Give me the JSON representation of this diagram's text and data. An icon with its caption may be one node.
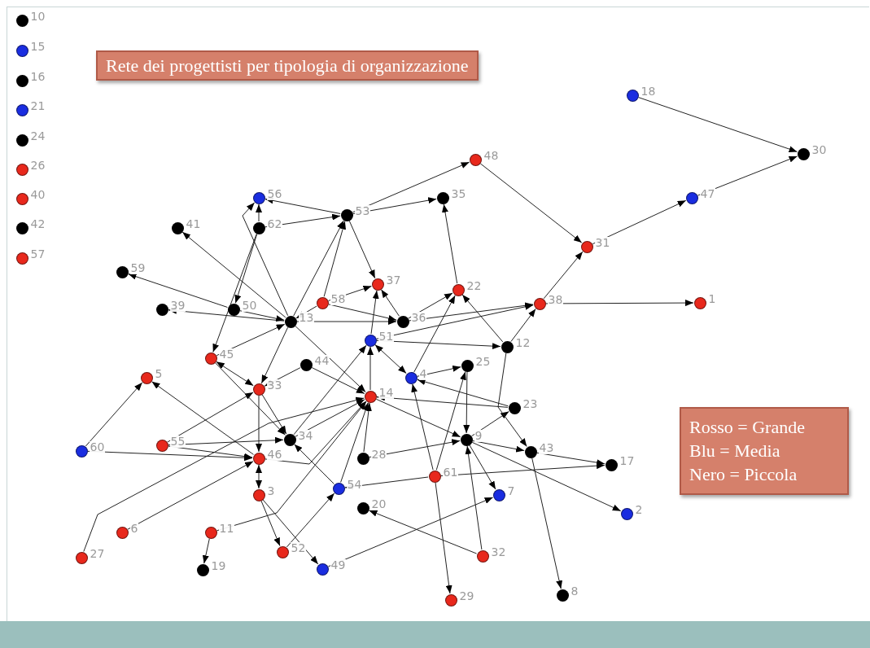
{
  "diagram": {
    "title": "Rete dei progettisti per tipologia di organizzazione",
    "nodes": [
      {
        "text": [
          "10"
        ]
      },
      {
        "text": [
          "15"
        ]
      },
      {
        "text": [
          "16"
        ]
      },
      {
        "text": [
          "21"
        ]
      },
      {
        "text": [
          "24"
        ]
      },
      {
        "text": [
          "26"
        ]
      },
      {
        "text": [
          "40"
        ]
      },
      {
        "text": [
          "42"
        ]
      },
      {
        "text": [
          "57"
        ]
      },
      {
        "text": [
          "18"
        ]
      },
      {
        "text": [
          "30"
        ]
      },
      {
        "text": [
          "48"
        ]
      },
      {
        "text": [
          "35"
        ]
      },
      {
        "text": [
          "56"
        ]
      },
      {
        "text": [
          "53"
        ]
      },
      {
        "text": [
          "62"
        ]
      },
      {
        "text": [
          "41"
        ]
      },
      {
        "text": [
          "47"
        ]
      },
      {
        "text": [
          "31"
        ]
      },
      {
        "text": [
          "59"
        ]
      },
      {
        "text": [
          "37"
        ]
      },
      {
        "text": [
          "22"
        ]
      },
      {
        "text": [
          "38"
        ]
      },
      {
        "text": [
          "1"
        ]
      },
      {
        "text": [
          "58"
        ]
      },
      {
        "text": [
          "39"
        ]
      },
      {
        "text": [
          "50"
        ]
      },
      {
        "text": [
          "13"
        ]
      },
      {
        "text": [
          "36"
        ]
      },
      {
        "text": [
          "51"
        ]
      },
      {
        "text": [
          "12"
        ]
      },
      {
        "text": [
          "45"
        ]
      },
      {
        "text": [
          "44"
        ]
      },
      {
        "text": [
          "25"
        ]
      },
      {
        "text": [
          "4"
        ]
      },
      {
        "text": [
          "5"
        ]
      },
      {
        "text": [
          "33"
        ]
      },
      {
        "text": [
          "14"
        ]
      },
      {
        "text": [
          "23"
        ]
      },
      {
        "text": [
          "34"
        ]
      },
      {
        "text": [
          "9"
        ]
      },
      {
        "text": [
          "60"
        ]
      },
      {
        "text": [
          "55"
        ]
      },
      {
        "text": [
          "28"
        ]
      },
      {
        "text": [
          "46"
        ]
      },
      {
        "text": [
          "43"
        ]
      },
      {
        "text": [
          "17"
        ]
      },
      {
        "text": [
          "61"
        ]
      },
      {
        "text": [
          "54"
        ]
      },
      {
        "text": [
          "3"
        ]
      },
      {
        "text": [
          "7"
        ]
      },
      {
        "text": [
          "20"
        ]
      },
      {
        "text": [
          "2"
        ]
      },
      {
        "text": [
          "6"
        ]
      },
      {
        "text": [
          "11"
        ]
      },
      {
        "text": [
          "27"
        ]
      },
      {
        "text": [
          "32"
        ]
      },
      {
        "text": [
          "52"
        ]
      },
      {
        "text": [
          "49"
        ]
      },
      {
        "text": [
          "19"
        ]
      },
      {
        "text": [
          "29"
        ]
      },
      {
        "text": [
          "8"
        ]
      },
      {
        "text": [
          "Rosso = Grande",
          "Blu = Media",
          "Nero = Piccola"
        ]
      }
    ],
    "edges": [
      {
        "from": 9,
        "to": 10,
        "arrow": "to"
      },
      {
        "from": 17,
        "to": 10,
        "arrow": "to"
      },
      {
        "from": 18,
        "to": 17,
        "arrow": "to"
      },
      {
        "from": 11,
        "to": 18,
        "arrow": "to"
      },
      {
        "from": 14,
        "to": 11,
        "arrow": "to"
      },
      {
        "from": 14,
        "to": 12,
        "arrow": "to"
      },
      {
        "from": 21,
        "to": 12,
        "arrow": "to"
      },
      {
        "from": 22,
        "to": 18,
        "arrow": "to"
      },
      {
        "from": 22,
        "to": 23,
        "arrow": "to"
      },
      {
        "from": 30,
        "to": 22,
        "arrow": "to"
      },
      {
        "from": 28,
        "to": 22,
        "arrow": "to"
      },
      {
        "from": 29,
        "to": 22,
        "arrow": "to"
      },
      {
        "from": 14,
        "to": 13,
        "arrow": "to"
      },
      {
        "from": 15,
        "to": 14,
        "arrow": "to"
      },
      {
        "from": 15,
        "to": 13,
        "arrow": "to"
      },
      {
        "from": 27,
        "to": 13,
        "arrow": "to"
      },
      {
        "from": 15,
        "to": 31,
        "arrow": "to"
      },
      {
        "from": 15,
        "to": 26,
        "arrow": "to"
      },
      {
        "from": 14,
        "to": 20,
        "arrow": "to"
      },
      {
        "from": 24,
        "to": 14,
        "arrow": "to"
      },
      {
        "from": 27,
        "to": 14,
        "arrow": "to"
      },
      {
        "from": 26,
        "to": 19,
        "arrow": "to"
      },
      {
        "from": 27,
        "to": 16,
        "arrow": "to"
      },
      {
        "from": 27,
        "to": 25,
        "arrow": "to"
      },
      {
        "from": 26,
        "to": 27,
        "arrow": "to"
      },
      {
        "from": 24,
        "to": 27,
        "arrow": "to"
      },
      {
        "from": 31,
        "to": 27,
        "arrow": "to"
      },
      {
        "from": 27,
        "to": 36,
        "arrow": "to"
      },
      {
        "from": 32,
        "to": 36,
        "arrow": "to"
      },
      {
        "from": 31,
        "to": 36,
        "arrow": "both"
      },
      {
        "from": 44,
        "to": 35,
        "arrow": "to"
      },
      {
        "from": 41,
        "to": 35,
        "arrow": "to"
      },
      {
        "from": 41,
        "to": 44,
        "arrow": "to"
      },
      {
        "from": 42,
        "to": 44,
        "arrow": "to"
      },
      {
        "from": 42,
        "to": 36,
        "arrow": "to"
      },
      {
        "from": 42,
        "to": 39,
        "arrow": "to"
      },
      {
        "from": 36,
        "to": 44,
        "arrow": "to"
      },
      {
        "from": 44,
        "to": 49,
        "arrow": "both"
      },
      {
        "from": 53,
        "to": 44,
        "arrow": "to"
      },
      {
        "from": 54,
        "to": 37,
        "arrow": "to"
      },
      {
        "from": 55,
        "to": 37,
        "arrow": "to"
      },
      {
        "from": 54,
        "to": 59,
        "arrow": "to"
      },
      {
        "from": 49,
        "to": 57,
        "arrow": "to"
      },
      {
        "from": 49,
        "to": 58,
        "arrow": "to"
      },
      {
        "from": 57,
        "to": 48,
        "arrow": "to"
      },
      {
        "from": 58,
        "to": 50,
        "arrow": "to"
      },
      {
        "from": 47,
        "to": 60,
        "arrow": "to"
      },
      {
        "from": 56,
        "to": 40,
        "arrow": "to"
      },
      {
        "from": 56,
        "to": 51,
        "arrow": "to"
      },
      {
        "from": 47,
        "to": 48,
        "arrow": "to"
      },
      {
        "from": 45,
        "to": 61,
        "arrow": "to"
      },
      {
        "from": 45,
        "to": 46,
        "arrow": "to"
      },
      {
        "from": 47,
        "to": 46,
        "arrow": "to"
      },
      {
        "from": 40,
        "to": 52,
        "arrow": "to"
      },
      {
        "from": 40,
        "to": 50,
        "arrow": "to"
      },
      {
        "from": 40,
        "to": 38,
        "arrow": "to"
      },
      {
        "from": 40,
        "to": 45,
        "arrow": "to"
      },
      {
        "from": 33,
        "to": 40,
        "arrow": "to"
      },
      {
        "from": 30,
        "to": 45,
        "arrow": "to"
      },
      {
        "from": 29,
        "to": 20,
        "arrow": "to"
      },
      {
        "from": 28,
        "to": 20,
        "arrow": "to"
      },
      {
        "from": 24,
        "to": 20,
        "arrow": "to"
      },
      {
        "from": 28,
        "to": 21,
        "arrow": "to"
      },
      {
        "from": 34,
        "to": 21,
        "arrow": "to"
      },
      {
        "from": 30,
        "to": 21,
        "arrow": "to"
      },
      {
        "from": 29,
        "to": 34,
        "arrow": "both"
      },
      {
        "from": 37,
        "to": 29,
        "arrow": "to"
      },
      {
        "from": 34,
        "to": 33,
        "arrow": "to"
      },
      {
        "from": 29,
        "to": 30,
        "arrow": "to"
      },
      {
        "from": 38,
        "to": 34,
        "arrow": "to"
      },
      {
        "from": 37,
        "to": 40,
        "arrow": "to"
      },
      {
        "from": 43,
        "to": 37,
        "arrow": "to"
      },
      {
        "from": 39,
        "to": 37,
        "arrow": "to"
      },
      {
        "from": 48,
        "to": 37,
        "arrow": "to"
      },
      {
        "from": 44,
        "to": 37,
        "arrow": "to"
      },
      {
        "from": 39,
        "to": 29,
        "arrow": "to"
      },
      {
        "from": 47,
        "to": 34,
        "arrow": "to"
      },
      {
        "from": 43,
        "to": 40,
        "arrow": "to"
      },
      {
        "from": 36,
        "to": 39,
        "arrow": "to"
      },
      {
        "from": 31,
        "to": 39,
        "arrow": "to"
      },
      {
        "from": 48,
        "to": 39,
        "arrow": "to"
      },
      {
        "from": 27,
        "to": 37,
        "arrow": "to"
      },
      {
        "from": 32,
        "to": 37,
        "arrow": "to"
      },
      {
        "from": 27,
        "to": 28,
        "arrow": "to"
      },
      {
        "from": 24,
        "to": 28,
        "arrow": "to"
      },
      {
        "from": 47,
        "to": 33,
        "arrow": "to"
      },
      {
        "from": 38,
        "to": 37,
        "arrow": "to"
      }
    ]
  }
}
